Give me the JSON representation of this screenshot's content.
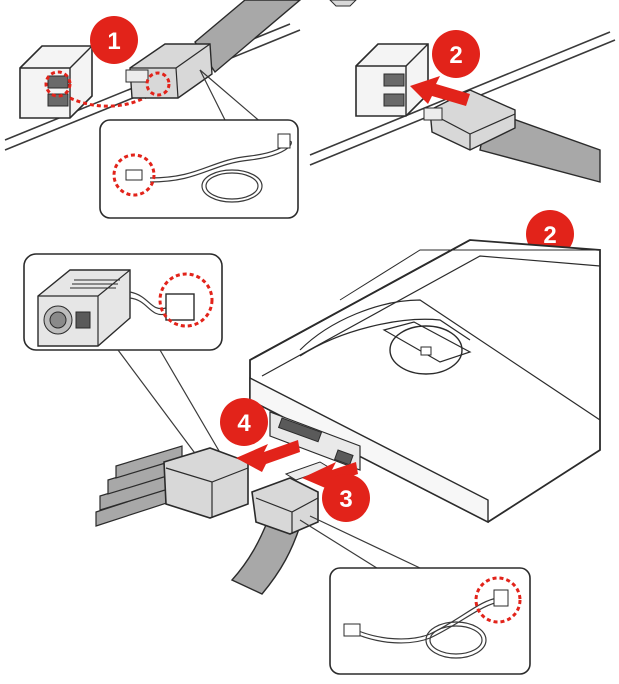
{
  "steps": {
    "step1": "1",
    "step2_top": "2",
    "step2_section": "2",
    "step3": "3",
    "step4": "4"
  },
  "colors": {
    "accent_red": "#e2231a",
    "cable_gray": "#a8a8a8",
    "part_light": "#e6e6e6",
    "part_mid": "#bdbdbd",
    "outline": "#2b2b2b"
  },
  "icons": {
    "step_badge": "numbered-red-circle-icon",
    "direction": "insert-arrow-icon",
    "highlight": "dashed-circle-highlight-icon"
  }
}
